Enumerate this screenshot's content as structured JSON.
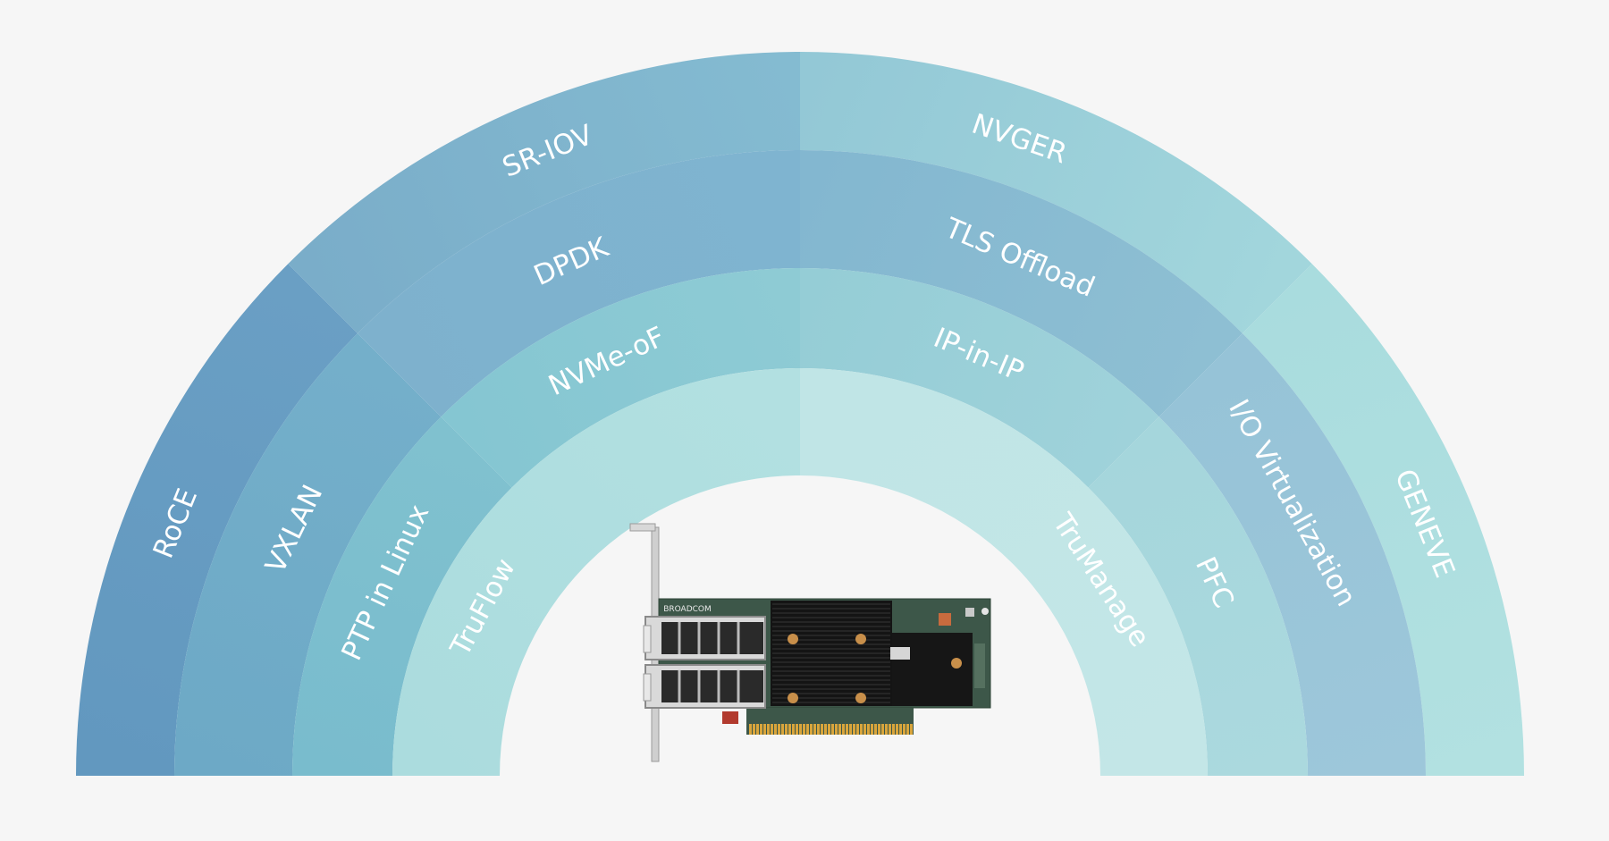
{
  "diagram": {
    "rings": [
      {
        "name": "outer",
        "segments": [
          {
            "label": "RoCE",
            "color_start": "#6298bf",
            "color_end": "#6a9fc4"
          },
          {
            "label": "SR-IOV",
            "color_start": "#7aadc9",
            "color_end": "#84bbd1"
          },
          {
            "label": "NVGER",
            "color_start": "#93c8d6",
            "color_end": "#a2d6dc"
          },
          {
            "label": "GENEVE",
            "color_start": "#a9dcde",
            "color_end": "#b2e1e1"
          }
        ]
      },
      {
        "name": "second",
        "segments": [
          {
            "label": "VXLAN",
            "color_start": "#6da9c6",
            "color_end": "#74afca"
          },
          {
            "label": "DPDK",
            "color_start": "#7eb1cd",
            "color_end": "#7fb4d0"
          },
          {
            "label": "TLS Offload",
            "color_start": "#83b7d0",
            "color_end": "#8ebfd3"
          },
          {
            "label": "I/O Virtualization",
            "color_start": "#96c3d7",
            "color_end": "#9dc7da"
          }
        ]
      },
      {
        "name": "third",
        "segments": [
          {
            "label": "PTP in Linux",
            "color_start": "#79bccd",
            "color_end": "#80c1cf"
          },
          {
            "label": "NVMe-oF",
            "color_start": "#85c6d2",
            "color_end": "#8ecbd4"
          },
          {
            "label": "IP-in-IP",
            "color_start": "#95cdd6",
            "color_end": "#9fd2da"
          },
          {
            "label": "PFC",
            "color_start": "#a5d6dc",
            "color_end": "#abd9de"
          }
        ]
      },
      {
        "name": "inner",
        "segments": [
          {
            "label": "TruFlow",
            "color_start": "#abdcde",
            "color_end": "#b2e0e1"
          },
          {
            "label": "TruManage",
            "color_start": "#c0e5e6",
            "color_end": "#c3e6e7"
          }
        ]
      }
    ],
    "card": {
      "brand": "BROADCOM"
    }
  }
}
